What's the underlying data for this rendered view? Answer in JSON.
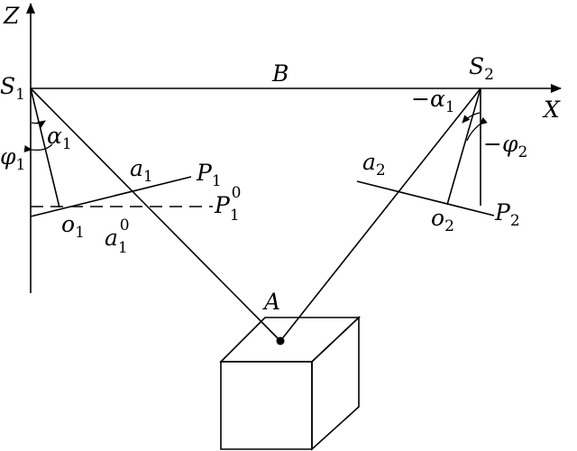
{
  "axes": {
    "z": "Z",
    "x": "X"
  },
  "points": {
    "s1": {
      "main": "S",
      "sub": "1"
    },
    "s2": {
      "main": "S",
      "sub": "2"
    },
    "b": "B",
    "a": "A",
    "a1": {
      "main": "a",
      "sub": "1"
    },
    "a2": {
      "main": "a",
      "sub": "2"
    },
    "a1_0": {
      "main": "a",
      "sub": "1",
      "sup": "0"
    },
    "o1": {
      "main": "o",
      "sub": "1"
    },
    "o2": {
      "main": "o",
      "sub": "2"
    },
    "p1": {
      "main": "P",
      "sub": "1"
    },
    "p1_0": {
      "main": "P",
      "sub": "1",
      "sup": "0"
    },
    "p2": {
      "main": "P",
      "sub": "2"
    }
  },
  "angles": {
    "alpha1_left": {
      "main": "α",
      "sub": "1"
    },
    "phi1": {
      "main": "φ",
      "sub": "1"
    },
    "alpha1_right": {
      "prefix": "−",
      "main": "α",
      "sub": "1"
    },
    "phi2": {
      "prefix": "−",
      "main": "φ",
      "sub": "2"
    }
  }
}
